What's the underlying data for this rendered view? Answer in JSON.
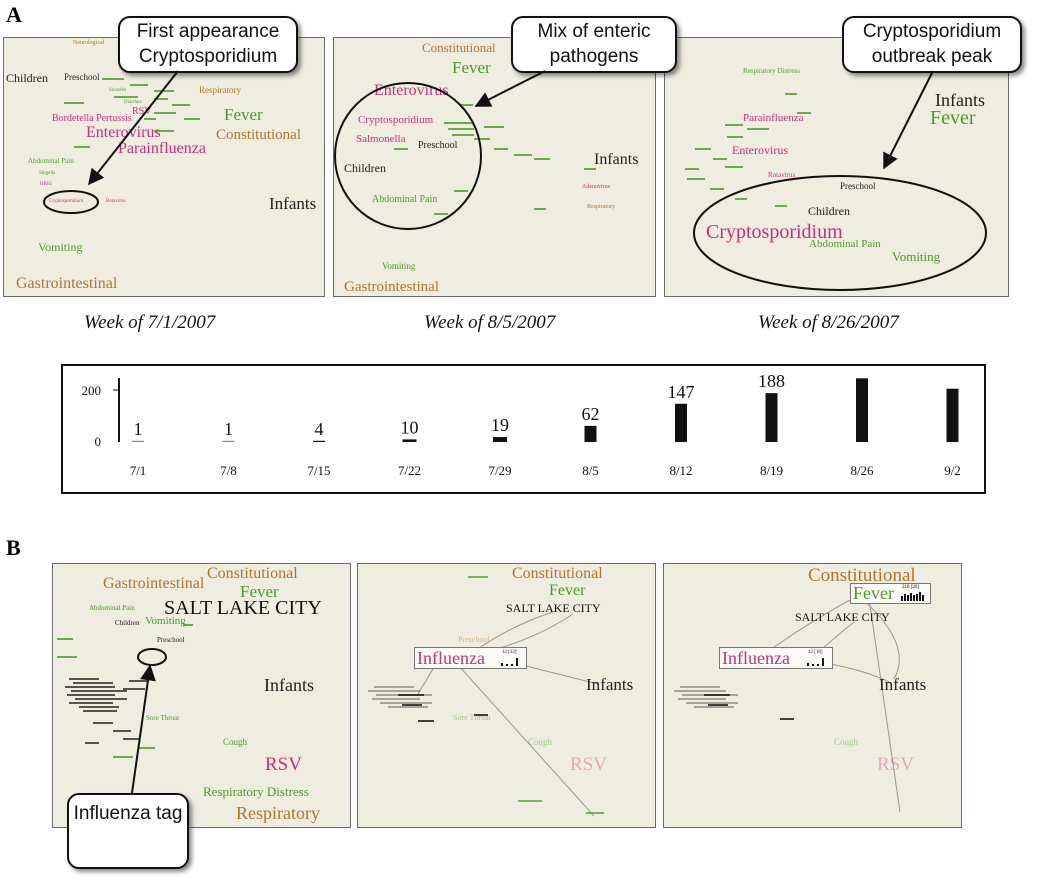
{
  "section_a": "A",
  "section_b": "B",
  "panels_a": [
    {
      "week": "Week of 7/1/2007",
      "terms": [
        "Neurological",
        "Children",
        "Preschool",
        "Sinusitis",
        "Diarrhea",
        "RSV",
        "Respiratory",
        "Bordetella Pertussis",
        "Fever",
        "Enterovirus",
        "Constitutional",
        "Parainfluenza",
        "Abdominal Pain",
        "Shigella",
        "HRIG",
        "Cryptosporidium",
        "Rotavirus",
        "Infants",
        "Vomiting",
        "Gastrointestinal"
      ]
    },
    {
      "week": "Week of 8/5/2007",
      "terms": [
        "Constitutional",
        "Fever",
        "Enterovirus",
        "Cryptosporidium",
        "Salmonella",
        "Preschool",
        "Children",
        "Abdominal Pain",
        "Infants",
        "Adenovirus",
        "Respiratory",
        "Vomiting",
        "Gastrointestinal"
      ]
    },
    {
      "week": "Week of 8/26/2007",
      "terms": [
        "Respiratory Distress",
        "Infants",
        "Fever",
        "Parainfluenza",
        "Enterovirus",
        "Rotavirus",
        "Preschool",
        "Children",
        "Cryptosporidium",
        "Abdominal Pain",
        "Vomiting"
      ]
    }
  ],
  "callouts": {
    "first": "First appearance Cryptosporidium",
    "mix": "Mix of enteric pathogens",
    "peak": "Cryptosporidium outbreak peak",
    "influenza": "Influenza tag"
  },
  "chart_data": {
    "type": "bar",
    "categories": [
      "7/1",
      "7/8",
      "7/15",
      "7/22",
      "7/29",
      "8/5",
      "8/12",
      "8/19",
      "8/26",
      "9/2"
    ],
    "values": [
      1,
      1,
      4,
      10,
      19,
      62,
      147,
      188,
      245,
      205
    ],
    "data_labels": [
      "1",
      "1",
      "4",
      "10",
      "19",
      "62",
      "147",
      "188",
      "",
      ""
    ],
    "yticks": [
      "0",
      "200"
    ],
    "ylim": [
      0,
      250
    ]
  },
  "panels_b": [
    {
      "terms": [
        "Gastrointestinal",
        "Constitutional",
        "Fever",
        "SALT LAKE CITY",
        "Abdominal Pain",
        "Vomiting",
        "Children",
        "Preschool",
        "Infants",
        "Sore Throat",
        "Cough",
        "RSV",
        "Respiratory Distress",
        "Respiratory"
      ]
    },
    {
      "terms": [
        "Constitutional",
        "Fever",
        "SALT LAKE CITY",
        "Preschool",
        "Influenza",
        "Infants",
        "Sore Throat",
        "Cough",
        "RSV"
      ],
      "tag_count": "12 [12]"
    },
    {
      "terms": [
        "Constitutional",
        "Fever",
        "SALT LAKE CITY",
        "Influenza",
        "Infants",
        "Cough",
        "RSV"
      ],
      "tag_count": "12 [18]",
      "fever_count": "218 [20]"
    }
  ],
  "colors": {
    "panel_bg": "#efece0",
    "pathogen": "#c4317f",
    "symptom": "#4d9a2c",
    "category": "#b0772b",
    "demographic": "#333333"
  }
}
